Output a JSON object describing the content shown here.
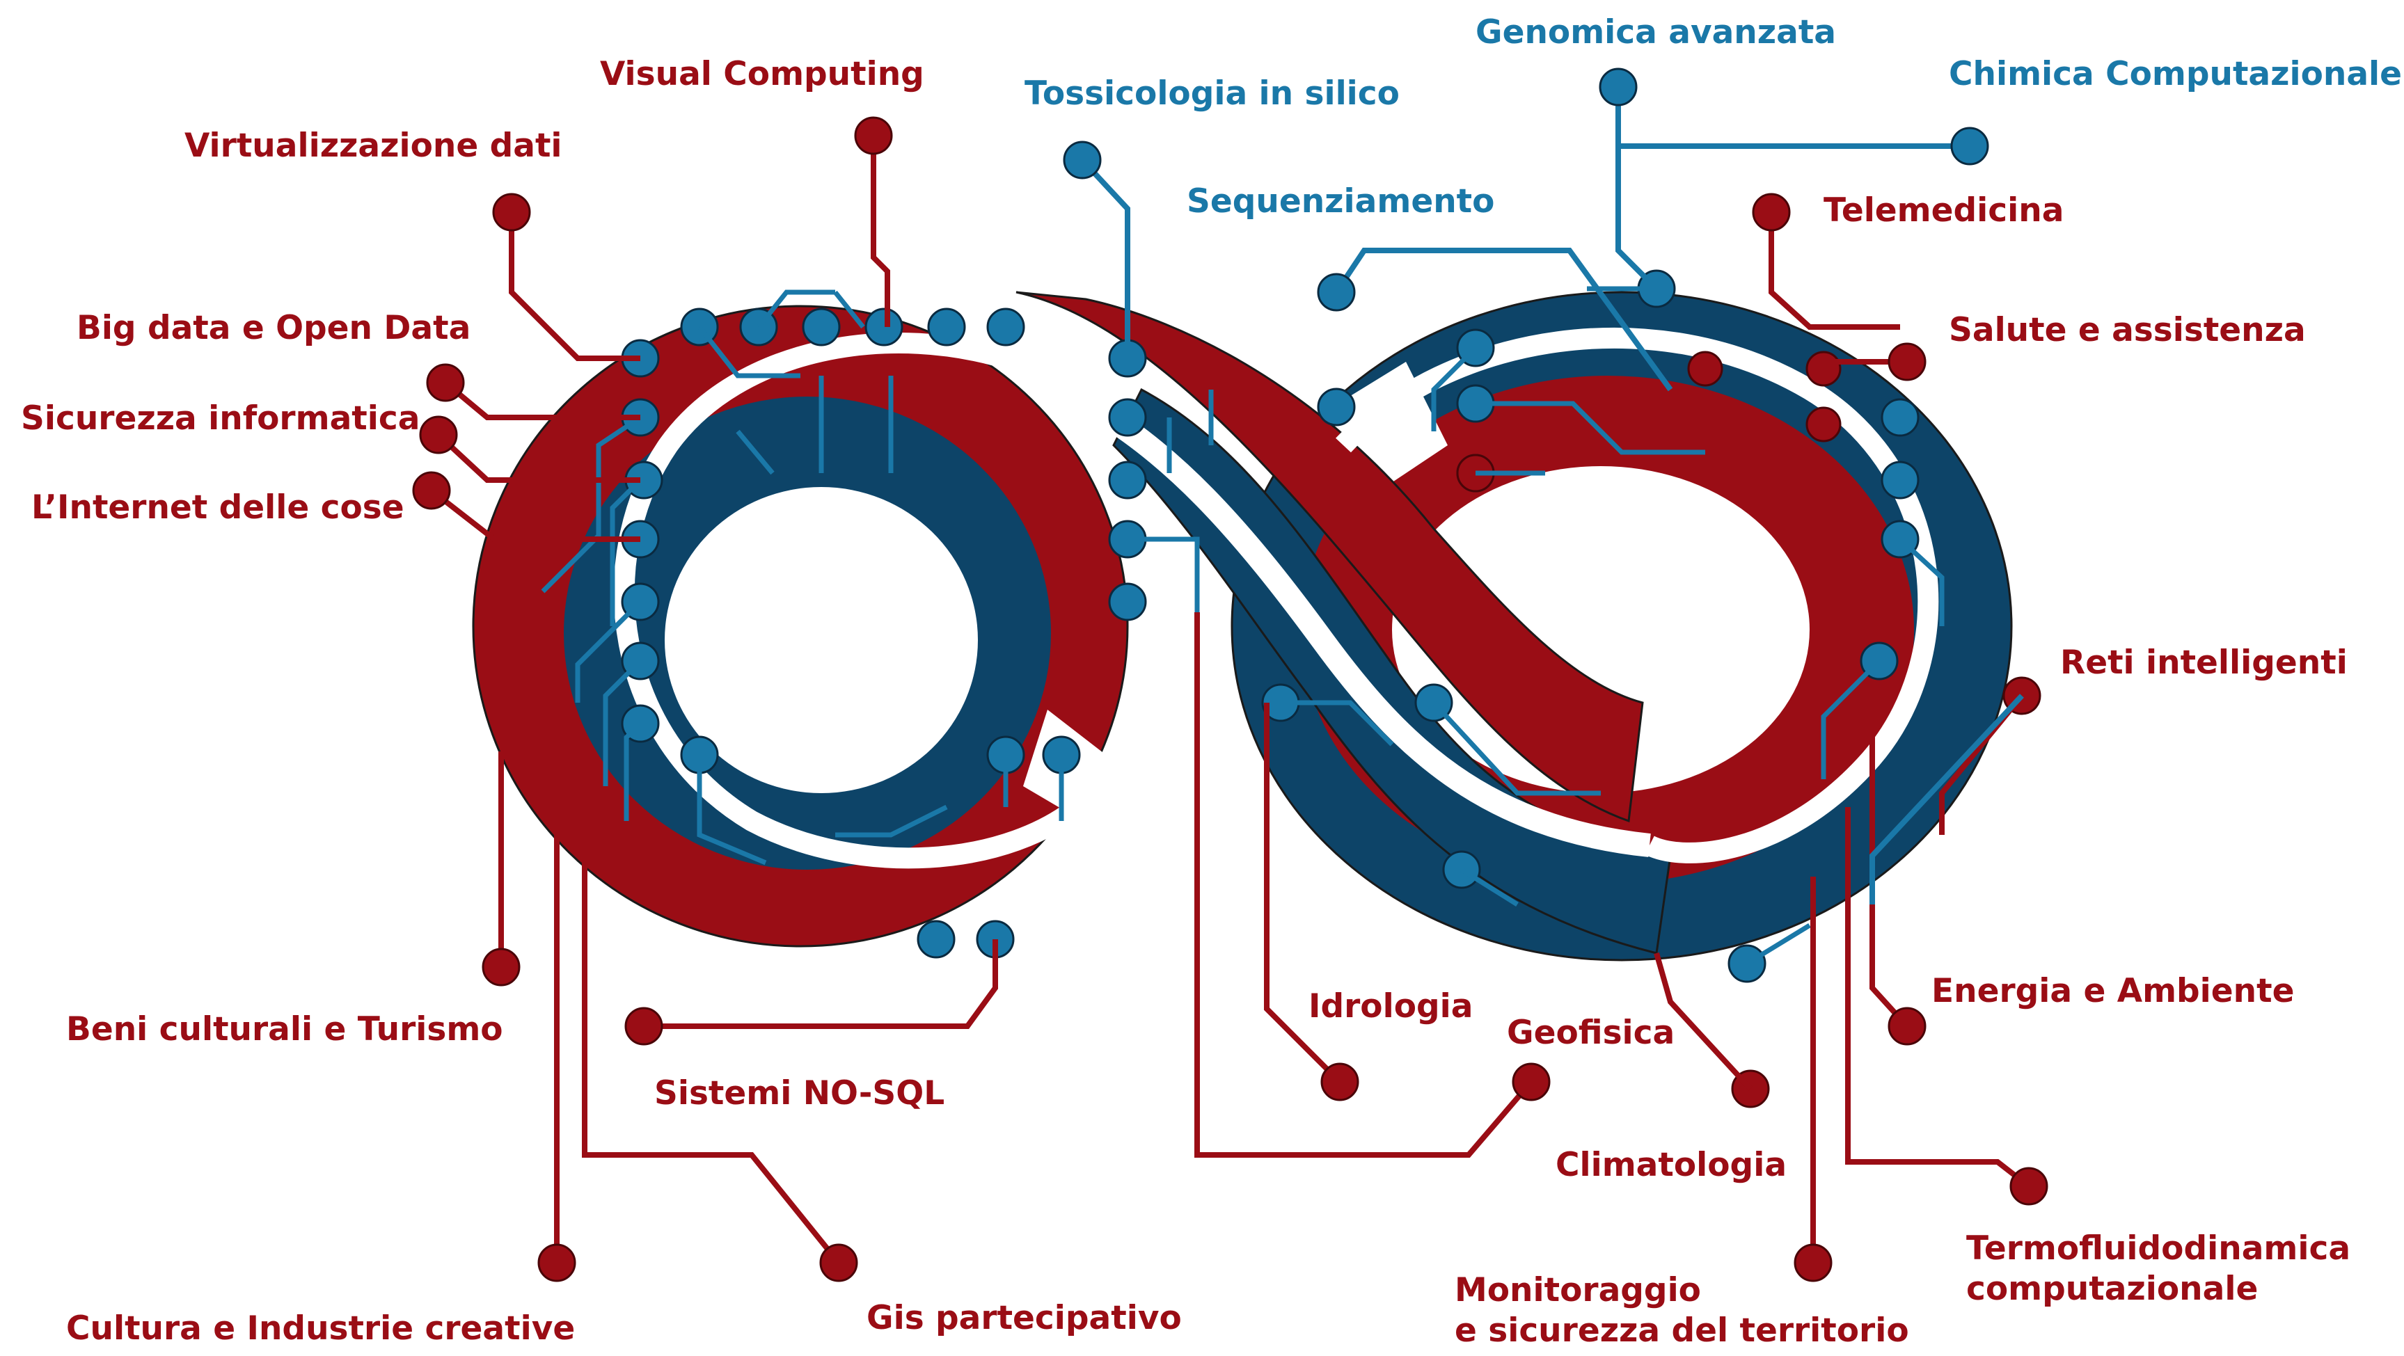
{
  "colors": {
    "red": "#9a0d15",
    "blue": "#0d4468",
    "cyan": "#1a78a8",
    "background": "#ffffff"
  },
  "labels": {
    "visual_computing": "Visual Computing",
    "virtualizzazione_dati": "Virtualizzazione dati",
    "big_data": "Big data e Open Data",
    "sicurezza_informatica": "Sicurezza informatica",
    "internet_cose": "L’Internet delle cose",
    "beni_culturali": "Beni culturali e Turismo",
    "sistemi_nosql": "Sistemi NO-SQL",
    "cultura_industrie": "Cultura e Industrie creative",
    "gis": "Gis partecipativo",
    "tossicologia": "Tossicologia in silico",
    "sequenziamento": "Sequenziamento",
    "genomica": "Genomica avanzata",
    "chimica": "Chimica Computazionale",
    "telemedicina": "Telemedicina",
    "salute": "Salute e assistenza",
    "reti": "Reti intelligenti",
    "energia": "Energia e Ambiente",
    "idrologia": "Idrologia",
    "geofisica": "Geofisica",
    "climatologia": "Climatologia",
    "monitoraggio_1": "Monitoraggio",
    "monitoraggio_2": "e sicurezza del territorio",
    "termo_1": "Termofluidodinamica",
    "termo_2": "computazionale"
  }
}
